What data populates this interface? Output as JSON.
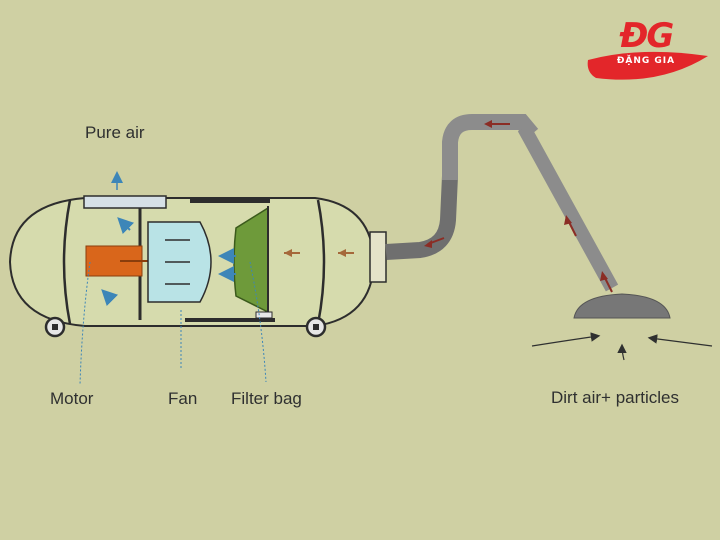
{
  "labels": {
    "pure_air": "Pure air",
    "motor": "Motor",
    "fan": "Fan",
    "filter_bag": "Filter bag",
    "dirt_air": "Dirt air+ particles"
  },
  "logo": {
    "mark": "ĐG",
    "text": "ĐẶNG GIA"
  },
  "colors": {
    "background": "#cfd0a3",
    "body_fill": "#d6dbad",
    "outline": "#2d2d2d",
    "motor": "#d9661b",
    "fan": "#b9e3e6",
    "filter": "#6e9a3a",
    "hose": "#8c8c8c",
    "incoming_arrow": "#a5683a",
    "clean_arrow": "#3d86b8",
    "dirt_arrow": "#8b2d25",
    "logo_red": "#e3262a"
  }
}
